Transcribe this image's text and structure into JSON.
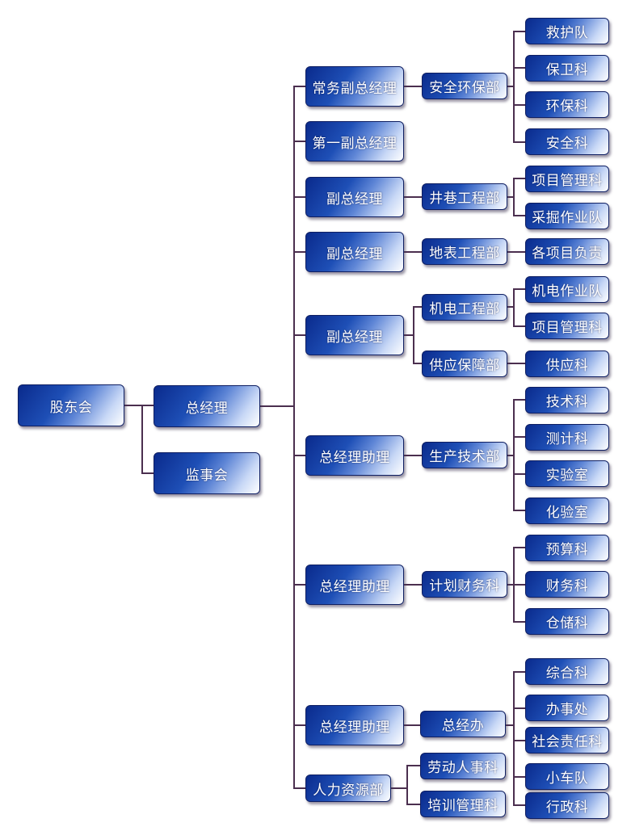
{
  "org_chart": {
    "colors": {
      "line": "#4b2f4f",
      "box_dark": "#0a2a8c",
      "box_light": "#ffffff"
    },
    "board": {
      "label": "股东会"
    },
    "general_manager": {
      "label": "总经理"
    },
    "supervisory_board": {
      "label": "监事会"
    },
    "executives": [
      {
        "label": "常务副总经理",
        "departments": [
          {
            "label": "安全环保部",
            "sections": [
              "救护队",
              "保卫科",
              "环保科",
              "安全科"
            ]
          }
        ]
      },
      {
        "label": "第一副总经理",
        "departments": []
      },
      {
        "label": "副总经理",
        "departments": [
          {
            "label": "井巷工程部",
            "sections": [
              "项目管理科",
              "采掘作业队"
            ]
          }
        ]
      },
      {
        "label": "副总经理",
        "departments": [
          {
            "label": "地表工程部",
            "sections": [
              "各项目负责"
            ]
          }
        ]
      },
      {
        "label": "副总经理",
        "departments": [
          {
            "label": "机电工程部",
            "sections": [
              "机电作业队",
              "项目管理科"
            ]
          },
          {
            "label": "供应保障部",
            "sections": [
              "供应科"
            ]
          }
        ]
      },
      {
        "label": "总经理助理",
        "departments": [
          {
            "label": "生产技术部",
            "sections": [
              "技术科",
              "测计科",
              "实验室",
              "化验室"
            ]
          }
        ]
      },
      {
        "label": "总经理助理",
        "departments": [
          {
            "label": "计划财务科",
            "sections": [
              "预算科",
              "财务科",
              "仓储科"
            ]
          }
        ]
      },
      {
        "label": "总经理助理",
        "departments": [
          {
            "label": "总经办",
            "sections": [
              "综合科",
              "办事处",
              "社会责任科",
              "小车队",
              "行政科"
            ]
          }
        ]
      },
      {
        "label": "人力资源部",
        "departments": [
          {
            "label": "劳动人事科",
            "sections": []
          },
          {
            "label": "培训管理科",
            "sections": []
          }
        ]
      }
    ]
  }
}
